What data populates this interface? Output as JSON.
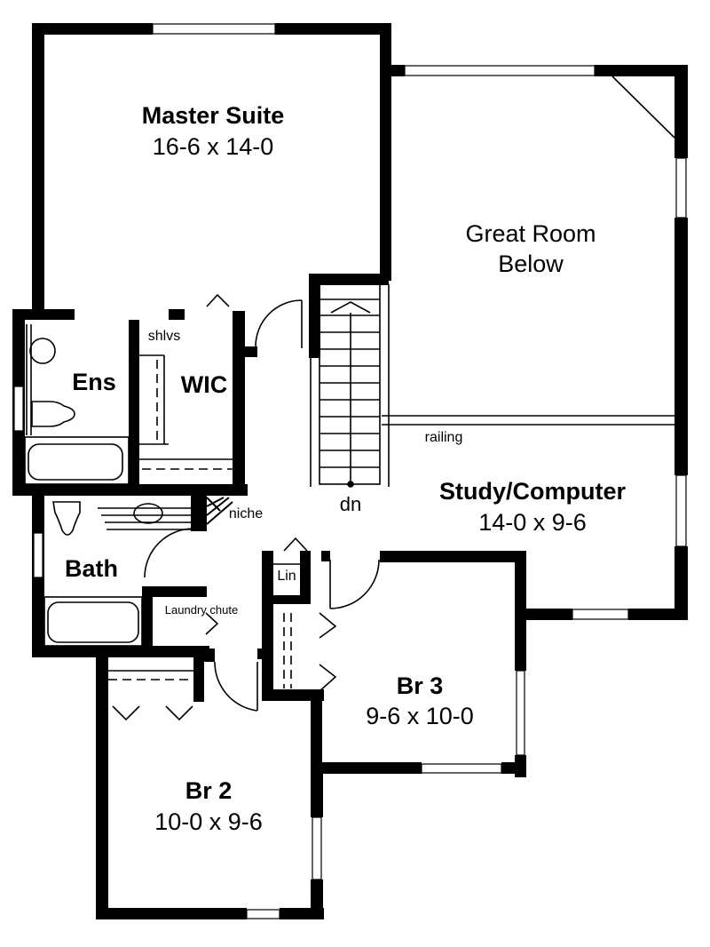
{
  "plan": {
    "rooms": [
      {
        "id": "master",
        "name": "Master Suite",
        "dims": "16-6 x 14-0"
      },
      {
        "id": "great",
        "name": "Great Room",
        "dims": "Below"
      },
      {
        "id": "study",
        "name": "Study/Computer",
        "dims": "14-0 x 9-6"
      },
      {
        "id": "br3",
        "name": "Br 3",
        "dims": "9-6 x 10-0"
      },
      {
        "id": "br2",
        "name": "Br 2",
        "dims": "10-0 x 9-6"
      },
      {
        "id": "ens",
        "name": "Ens"
      },
      {
        "id": "wic",
        "name": "WIC"
      },
      {
        "id": "bath",
        "name": "Bath"
      }
    ],
    "notes": {
      "shelves": "shlvs",
      "railing": "railing",
      "stairs": "dn",
      "niche": "niche",
      "linen": "Lin",
      "laundry": "Laundry chute"
    },
    "colors": {
      "wall": "#000000",
      "background": "#ffffff"
    }
  }
}
